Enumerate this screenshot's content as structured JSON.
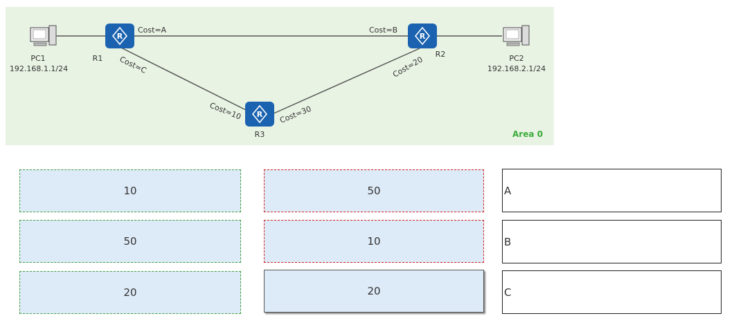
{
  "topology": {
    "pc1": {
      "name": "PC1",
      "ip": "192.168.1.1/24"
    },
    "pc2": {
      "name": "PC2",
      "ip": "192.168.2.1/24"
    },
    "r1": {
      "name": "R1"
    },
    "r2": {
      "name": "R2"
    },
    "r3": {
      "name": "R3"
    },
    "links": {
      "r1_r2": "Cost=A",
      "r2_r1": "Cost=B",
      "r1_r3": "Cost=C",
      "r3_r1": "Cost=10",
      "r3_r2": "Cost=30",
      "r2_r3": "Cost=20"
    },
    "area": "Area 0"
  },
  "options": {
    "left": [
      "10",
      "50",
      "20"
    ],
    "middle": [
      "50",
      "10",
      "20"
    ]
  },
  "targets": [
    "A",
    "B",
    "C"
  ],
  "colors": {
    "router": "#1b63b0",
    "area_bg": "#e9f3e4",
    "area_label": "#3bab3b",
    "option_bg": "#ddeaf7",
    "green_dash": "#3f9e3f",
    "red_dash": "#d32020"
  }
}
